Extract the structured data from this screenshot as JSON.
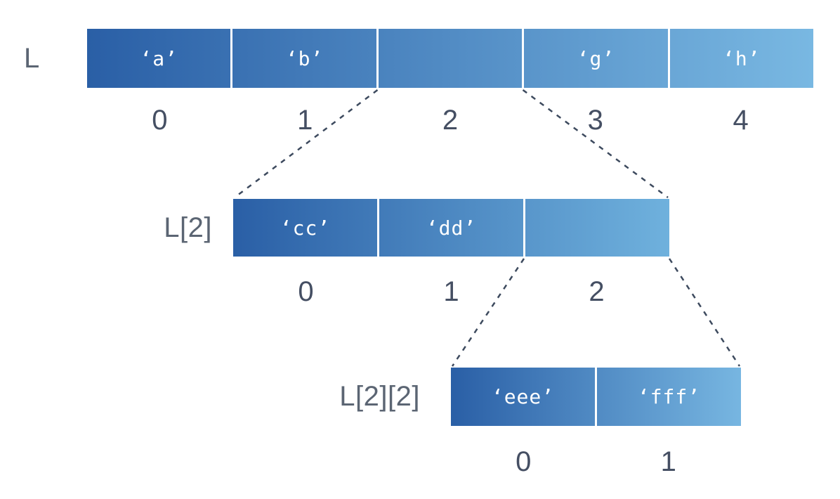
{
  "colors": {
    "bar_gradient_start": "#2A5FA6",
    "bar_gradient_end_top": "#79B8E2",
    "bar_gradient_end_middle": "#6FB1DD",
    "bar_gradient_end_bottom": "#77B6E1",
    "cell_text": "#FFFFFF",
    "label_text": "#5B6573",
    "index_text": "#454F63",
    "connector": "#3D4A5E",
    "separator": "#FFFFFF"
  },
  "diagram": {
    "rows": [
      {
        "label": "L",
        "cells": [
          "‘a’",
          "‘b’",
          "",
          "‘g’",
          "‘h’"
        ],
        "indices": [
          "0",
          "1",
          "2",
          "3",
          "4"
        ]
      },
      {
        "label": "L[2]",
        "cells": [
          "‘cc’",
          "‘dd’",
          ""
        ],
        "indices": [
          "0",
          "1",
          "2"
        ]
      },
      {
        "label": "L[2][2]",
        "cells": [
          "‘eee’",
          "‘fff’"
        ],
        "indices": [
          "0",
          "1"
        ]
      }
    ]
  }
}
